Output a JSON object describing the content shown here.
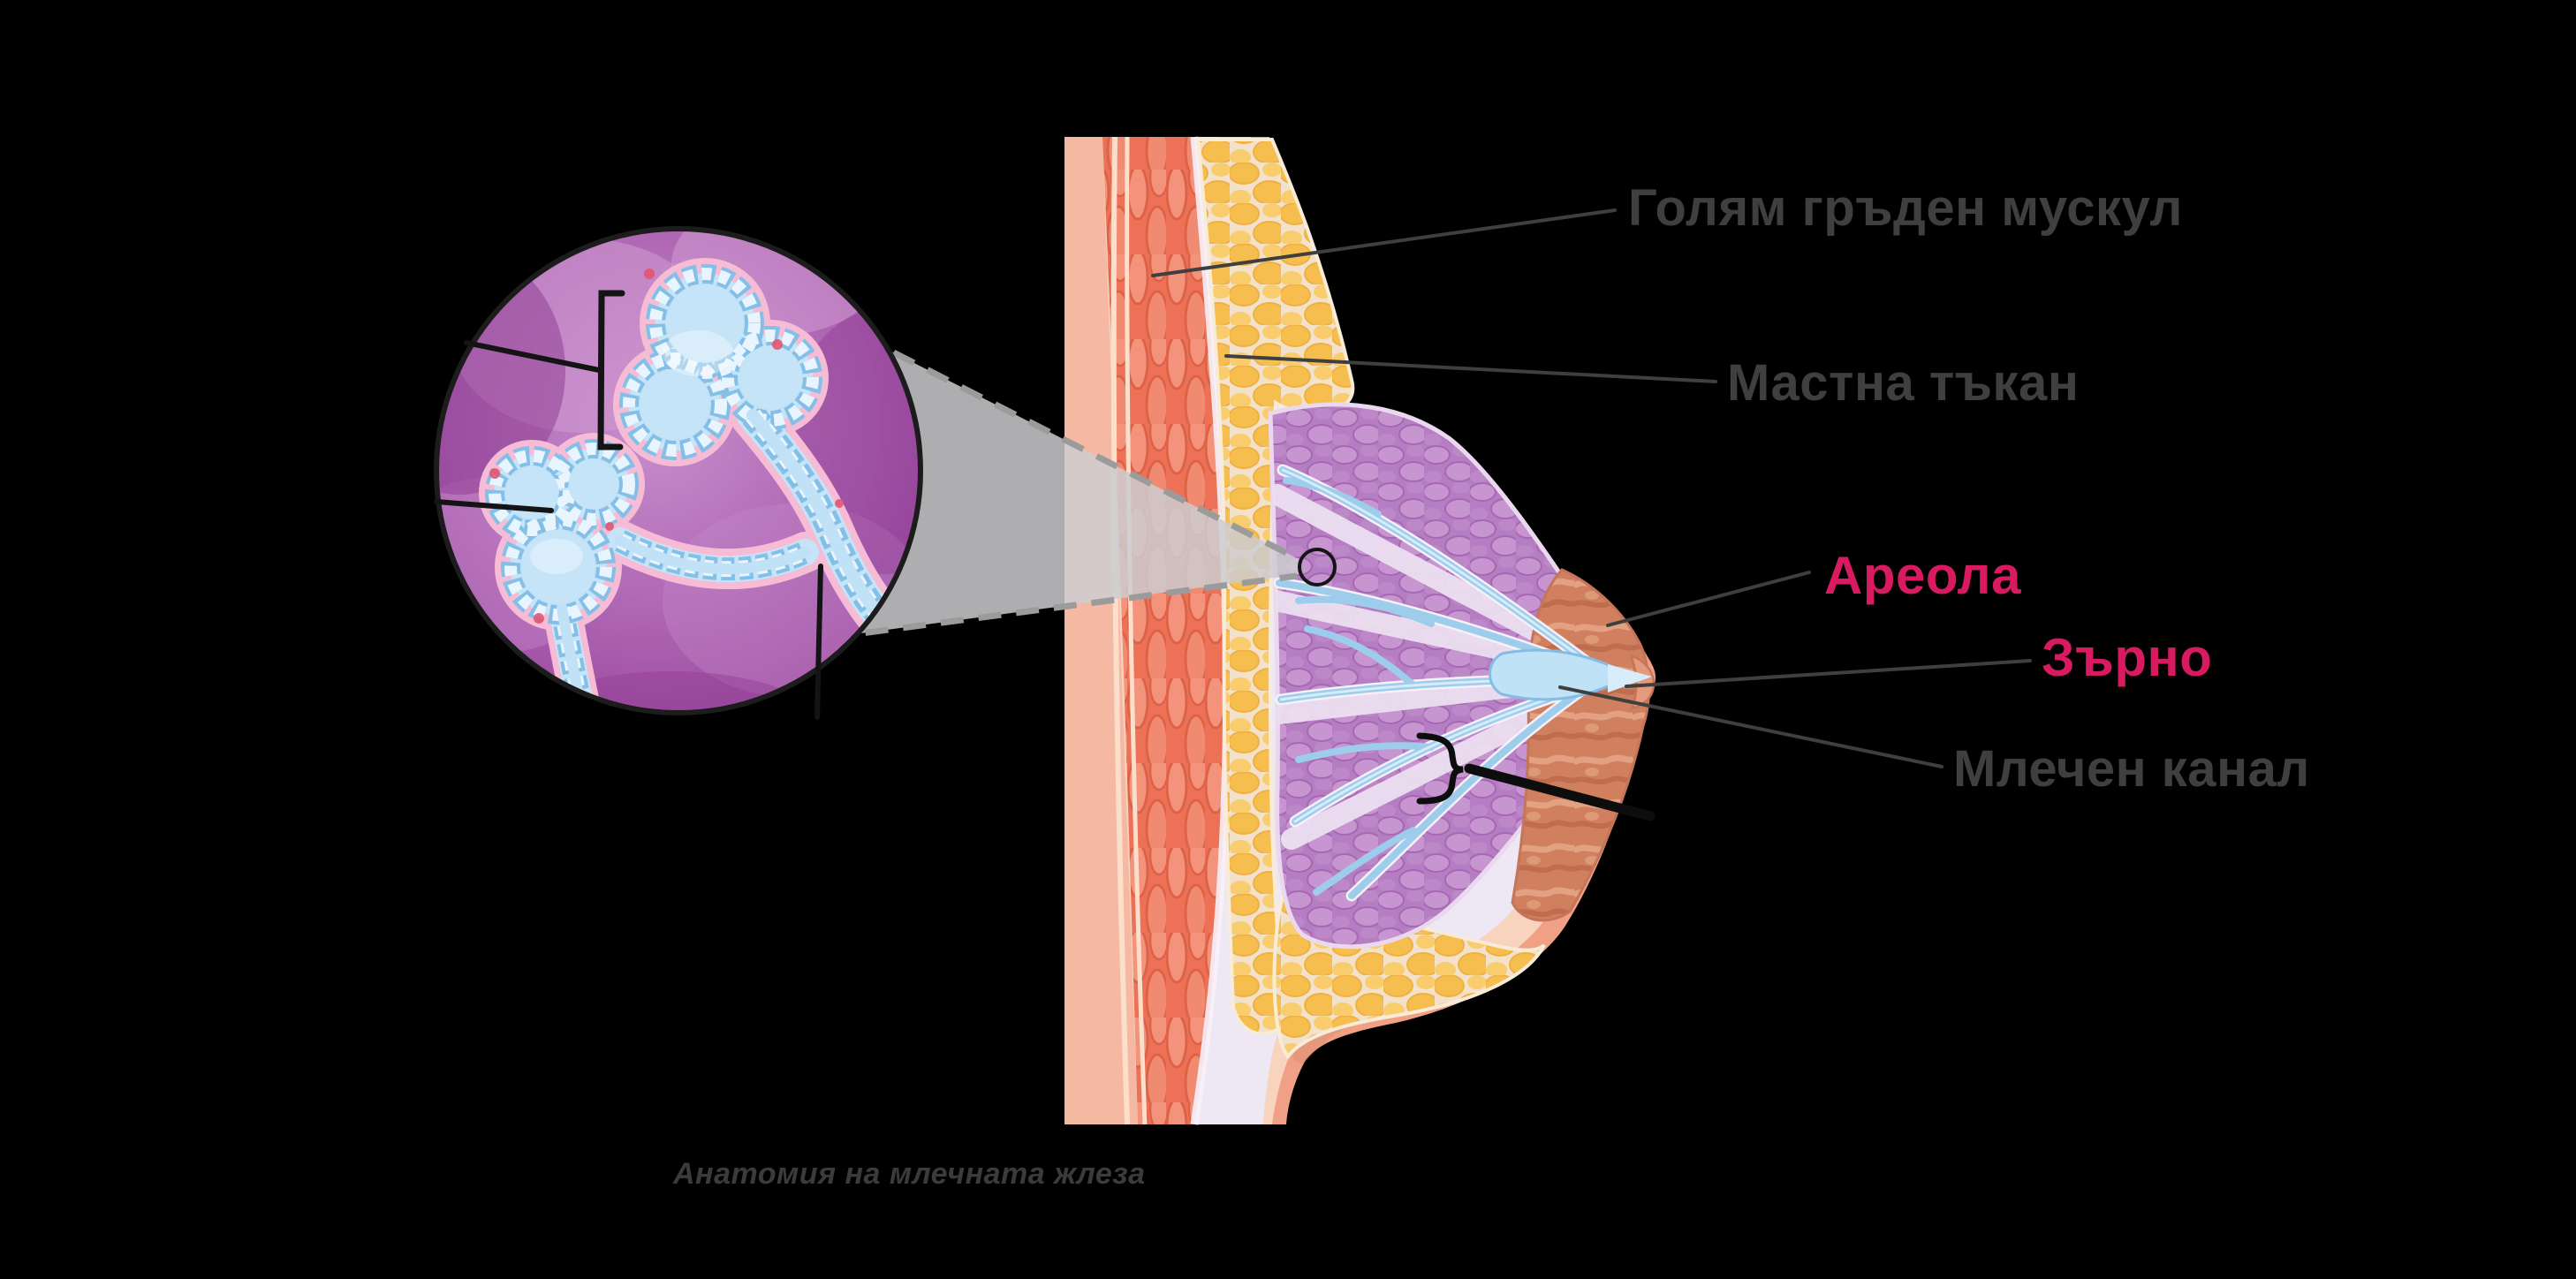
{
  "canvas": {
    "background": "#000000"
  },
  "caption": {
    "text": "Анатомия на млечната жлеза",
    "color": "#3b3b3b"
  },
  "labels": {
    "pectoral_muscle": {
      "text": "Голям гръден мускул",
      "color": "#3f3f3f"
    },
    "fatty_tissue": {
      "text": "Мастна тъкан",
      "color": "#3f3f3f"
    },
    "areola": {
      "text": "Ареола",
      "color": "#d81b60"
    },
    "nipple": {
      "text": "Зърно",
      "color": "#d81b60"
    },
    "milk_duct": {
      "text": "Млечен канал",
      "color": "#3f3f3f"
    }
  },
  "colors": {
    "background": "#000000",
    "label_text": "#3f3f3f",
    "highlight_label": "#d81b60",
    "leader_line": "#3f3f3f",
    "annotation_black": "#111111",
    "skin_outer": "#f0a084",
    "skin_inner": "#f8d3bd",
    "subcutis": "#eee8f4",
    "muscle": "#ec7156",
    "fat": "#f6bd4f",
    "gland": "#b67ec2",
    "duct_blue": "#9ecdec",
    "areola_skin": "#d0805f",
    "inset_background": "#a85bac",
    "inset_cells": "#c6e4f7",
    "inset_membrane": "#f6bcd5",
    "magnifier_beam": "#cdccd0"
  }
}
